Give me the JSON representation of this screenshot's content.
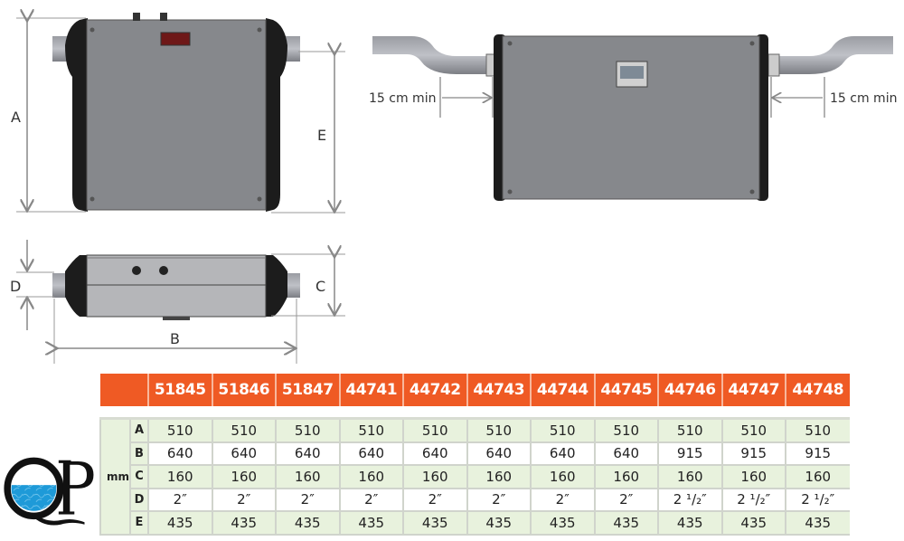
{
  "diagram": {
    "dimension_labels": {
      "A": "A",
      "B": "B",
      "C": "C",
      "D": "D",
      "E": "E"
    },
    "clearance_left": "15 cm min",
    "clearance_right": "15 cm min"
  },
  "table": {
    "unit": "mm",
    "models": [
      "51845",
      "51846",
      "51847",
      "44741",
      "44742",
      "44743",
      "44744",
      "44745",
      "44746",
      "44747",
      "44748"
    ],
    "rows": [
      {
        "key": "A",
        "values": [
          "510",
          "510",
          "510",
          "510",
          "510",
          "510",
          "510",
          "510",
          "510",
          "510",
          "510"
        ]
      },
      {
        "key": "B",
        "values": [
          "640",
          "640",
          "640",
          "640",
          "640",
          "640",
          "640",
          "640",
          "915",
          "915",
          "915"
        ]
      },
      {
        "key": "C",
        "values": [
          "160",
          "160",
          "160",
          "160",
          "160",
          "160",
          "160",
          "160",
          "160",
          "160",
          "160"
        ]
      },
      {
        "key": "D",
        "values": [
          "2″",
          "2″",
          "2″",
          "2″",
          "2″",
          "2″",
          "2″",
          "2″",
          "2 ¹/₂″",
          "2 ¹/₂″",
          "2 ¹/₂″"
        ]
      },
      {
        "key": "E",
        "values": [
          "435",
          "435",
          "435",
          "435",
          "435",
          "435",
          "435",
          "435",
          "435",
          "435",
          "435"
        ]
      }
    ]
  },
  "logo": {
    "text": "QP"
  },
  "colors": {
    "header": "#ef5a24",
    "row_green": "#e8f2dd",
    "body_grey": "#86888c"
  }
}
